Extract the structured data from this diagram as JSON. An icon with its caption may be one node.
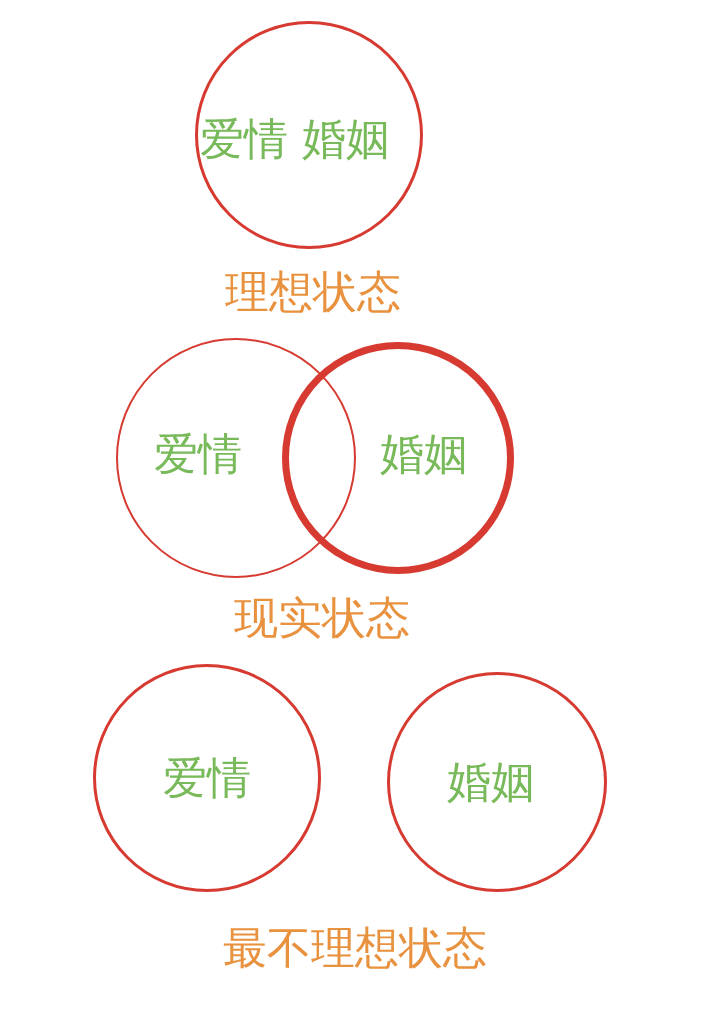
{
  "diagram": {
    "nodes": [
      {
        "text": [
          "爱情 婚姻"
        ]
      },
      {
        "text": [
          "爱情"
        ]
      },
      {
        "text": [
          "婚姻"
        ]
      },
      {
        "text": [
          "爱情"
        ]
      },
      {
        "text": [
          "婚姻"
        ]
      }
    ],
    "labels": [
      "理想状态",
      "现实状态",
      "最不理想状态"
    ]
  }
}
